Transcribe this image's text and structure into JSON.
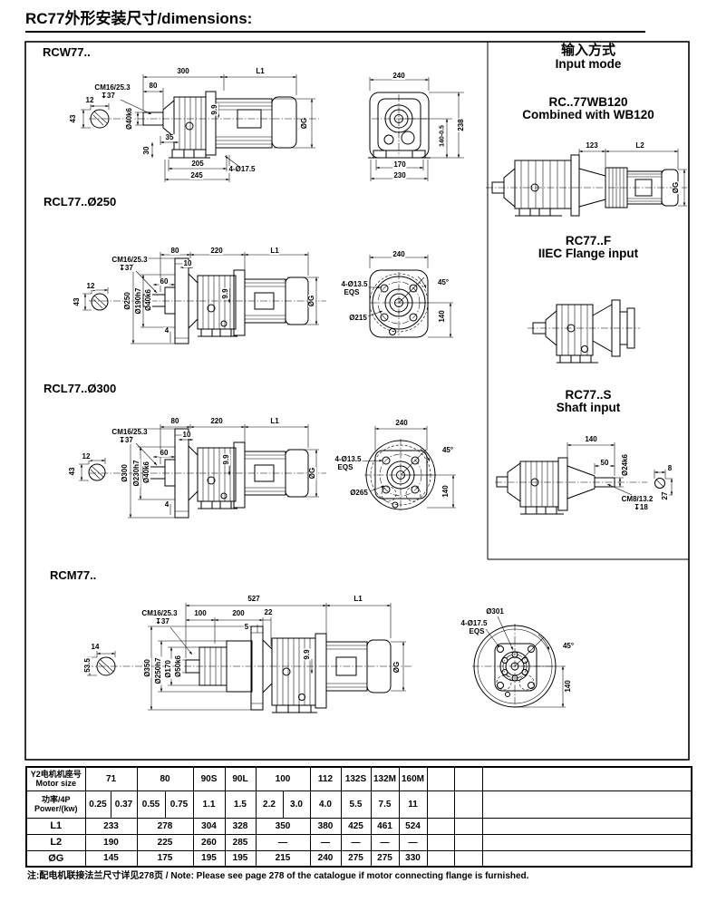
{
  "colors": {
    "ink": "#000000",
    "paper": "#ffffff"
  },
  "title": "RC77外形安装尺寸/dimensions:",
  "sections": {
    "rcw77": {
      "label": "RCW77.."
    },
    "rcl250": {
      "label": "RCL77..Ø250"
    },
    "rcl300": {
      "label": "RCL77..Ø300"
    },
    "rcm77": {
      "label": "RCM77.."
    }
  },
  "input_mode": {
    "title_zh": "输入方式",
    "title_en": "Input mode",
    "wb120_title": "RC..77WB120",
    "wb120_sub": "Combined with WB120",
    "flange_title": "RC77..F",
    "flange_sub": "IIEC Flange input",
    "shaft_title": "RC77..S",
    "shaft_sub": "Shaft input"
  },
  "dims": {
    "rcw77": {
      "d300": "300",
      "l1": "L1",
      "d80": "80",
      "cm": "CM16/25.3",
      "depth": "↧37",
      "shaft": "Ø40k6",
      "key12": "12",
      "key43": "43",
      "d99": "9.9",
      "og": "ØG",
      "d35": "35",
      "d30": "30",
      "d205": "205",
      "d245": "245",
      "holes": "4-Ø17.5",
      "e240": "240",
      "e238": "238",
      "e140": "140-0.5",
      "e170": "170",
      "e230": "230"
    },
    "rcl250": {
      "d80": "80",
      "d220": "220",
      "l1": "L1",
      "cm": "CM16/25.3",
      "depth": "↧37",
      "d10": "10",
      "key12": "12",
      "key43": "43",
      "f250": "Ø250",
      "f190": "Ø190h7",
      "shaft": "Ø40k6",
      "d60": "60",
      "d99": "9.9",
      "og": "ØG",
      "d4": "4",
      "e240": "240",
      "deg45": "45°",
      "holes": "4-Ø13.5",
      "eqs": "EQS",
      "f215": "Ø215",
      "e140": "140"
    },
    "rcl300": {
      "d80": "80",
      "d220": "220",
      "l1": "L1",
      "cm": "CM16/25.3",
      "depth": "↧37",
      "d10": "10",
      "key12": "12",
      "key43": "43",
      "f300": "Ø300",
      "f230": "Ø230h7",
      "shaft": "Ø40k6",
      "d60": "60",
      "d99": "9.9",
      "og": "ØG",
      "d4": "4",
      "e240": "240",
      "deg45": "45°",
      "holes": "4-Ø13.5",
      "eqs": "EQS",
      "f265": "Ø265",
      "e140": "140"
    },
    "rcm77": {
      "d527": "527",
      "l1": "L1",
      "cm": "CM16/25.3",
      "depth": "↧37",
      "d100": "100",
      "d200": "200",
      "d22": "22",
      "d5": "5",
      "key14": "14",
      "key535": "53.5",
      "f350": "Ø350",
      "f250": "Ø250h7",
      "f170": "Ø170",
      "shaft": "Ø50k6",
      "d99": "9.9",
      "og": "ØG",
      "e301": "Ø301",
      "holes": "4-Ø17.5",
      "eqs": "EQS",
      "deg45": "45°",
      "e140": "140"
    },
    "wb120": {
      "d123": "123",
      "l2": "L2",
      "og": "ØG"
    },
    "shaft_input": {
      "d140": "140",
      "d50": "50",
      "shaft": "Ø24k6",
      "cm": "CM8/13.2",
      "depth": "↧18",
      "d8": "8",
      "d27": "27"
    }
  },
  "table": {
    "row1_header_zh": "Y2电机机座号",
    "row1_header_en": "Motor size",
    "row2_header_zh": "功率/4P",
    "row2_header_en": "Power/(kw)",
    "motor_sizes": [
      "71",
      "80",
      "90S",
      "90L",
      "100",
      "112",
      "132S",
      "132M",
      "160M"
    ],
    "power": [
      "0.25",
      "0.37",
      "0.55",
      "0.75",
      "1.1",
      "1.5",
      "2.2",
      "3.0",
      "4.0",
      "5.5",
      "7.5",
      "11"
    ],
    "l1_label": "L1",
    "l1": [
      "233",
      "278",
      "304",
      "328",
      "350",
      "380",
      "425",
      "461",
      "524"
    ],
    "l2_label": "L2",
    "l2": [
      "190",
      "225",
      "260",
      "285",
      "—",
      "—",
      "—",
      "—",
      "—"
    ],
    "og_label": "ØG",
    "og": [
      "145",
      "175",
      "195",
      "195",
      "215",
      "240",
      "275",
      "275",
      "330"
    ]
  },
  "note": "注:配电机联接法兰尺寸详见278页 / Note: Please see page 278 of the catalogue  if motor connecting flange is furnished."
}
